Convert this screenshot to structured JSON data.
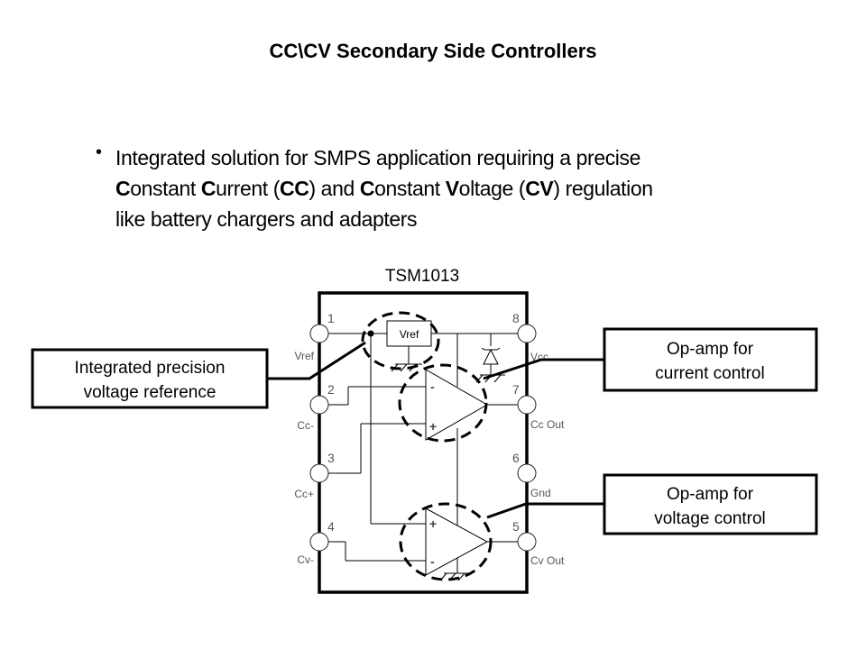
{
  "slide": {
    "title": "CC\\CV Secondary Side Controllers",
    "bullet": {
      "line1": "Integrated solution for SMPS application requiring a precise",
      "line2_parts": [
        {
          "text": "C",
          "bold": true
        },
        {
          "text": "onstant ",
          "bold": false
        },
        {
          "text": "C",
          "bold": true
        },
        {
          "text": "urrent (",
          "bold": false
        },
        {
          "text": "CC",
          "bold": true
        },
        {
          "text": ") and ",
          "bold": false
        },
        {
          "text": "C",
          "bold": true
        },
        {
          "text": "onstant ",
          "bold": false
        },
        {
          "text": "V",
          "bold": true
        },
        {
          "text": "oltage (",
          "bold": false
        },
        {
          "text": "CV",
          "bold": true
        },
        {
          "text": ") regulation",
          "bold": false
        }
      ],
      "line3": "like battery chargers and adapters"
    }
  },
  "diagram": {
    "chip_name": "TSM1013",
    "vref_block": "Vref",
    "pins": {
      "p1": {
        "number": "1",
        "label": "Vref"
      },
      "p2": {
        "number": "2",
        "label": "Cc-"
      },
      "p3": {
        "number": "3",
        "label": "Cc+"
      },
      "p4": {
        "number": "4",
        "label": "Cv-"
      },
      "p5": {
        "number": "5",
        "label": "Cv Out"
      },
      "p6": {
        "number": "6",
        "label": "Gnd"
      },
      "p7": {
        "number": "7",
        "label": "Cc Out"
      },
      "p8": {
        "number": "8",
        "label": "Vcc"
      }
    },
    "opamp_cc": {
      "inv": "-",
      "noninv": "+"
    },
    "opamp_cv": {
      "inv": "-",
      "noninv": "+"
    },
    "callouts": {
      "vref": {
        "line1": "Integrated precision",
        "line2": "voltage reference"
      },
      "cc": {
        "line1": "Op-amp for",
        "line2": "current control"
      },
      "cv": {
        "line1": "Op-amp for",
        "line2": "voltage control"
      }
    }
  }
}
